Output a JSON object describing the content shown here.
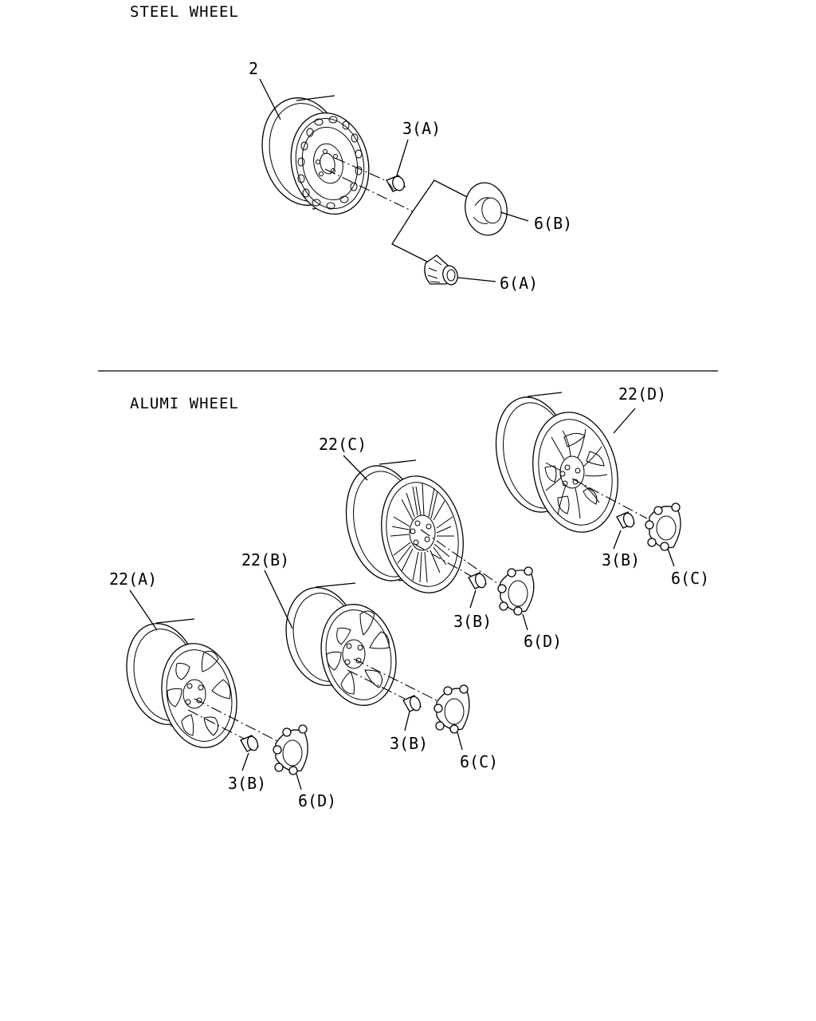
{
  "sections": {
    "steel": {
      "title": "STEEL WHEEL",
      "labels": {
        "wheel": "2",
        "nut": "3(A)",
        "cap_b": "6(B)",
        "cap_a": "6(A)"
      }
    },
    "alumi": {
      "title": "ALUMI WHEEL",
      "labels": {
        "wheel_d": "22(D)",
        "wheel_c": "22(C)",
        "wheel_b": "22(B)",
        "wheel_a": "22(A)",
        "nut_d": "3(B)",
        "cap_d": "6(C)",
        "nut_c": "3(B)",
        "cap_c": "6(D)",
        "nut_b": "3(B)",
        "cap_b": "6(C)",
        "nut_a": "3(B)",
        "cap_a": "6(D)"
      }
    }
  },
  "colors": {
    "line": "#000000",
    "background": "#ffffff"
  }
}
